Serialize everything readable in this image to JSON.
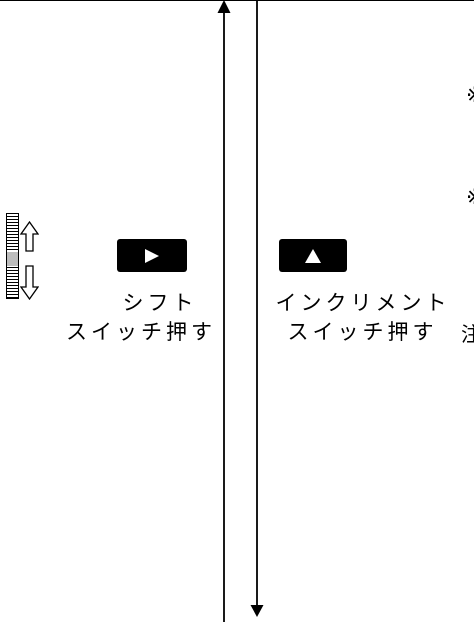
{
  "shift_key": {
    "symbol": "▶",
    "label_line1": "シフト",
    "label_line2": "スイッチ押す"
  },
  "increment_key": {
    "symbol": "▲",
    "label_line1": "インクリメント",
    "label_line2": "スイッチ押す"
  },
  "dial": {
    "up_arrow": "⇧",
    "down_arrow": "⇩"
  },
  "margin_marks": [
    "※",
    "※",
    "注"
  ]
}
